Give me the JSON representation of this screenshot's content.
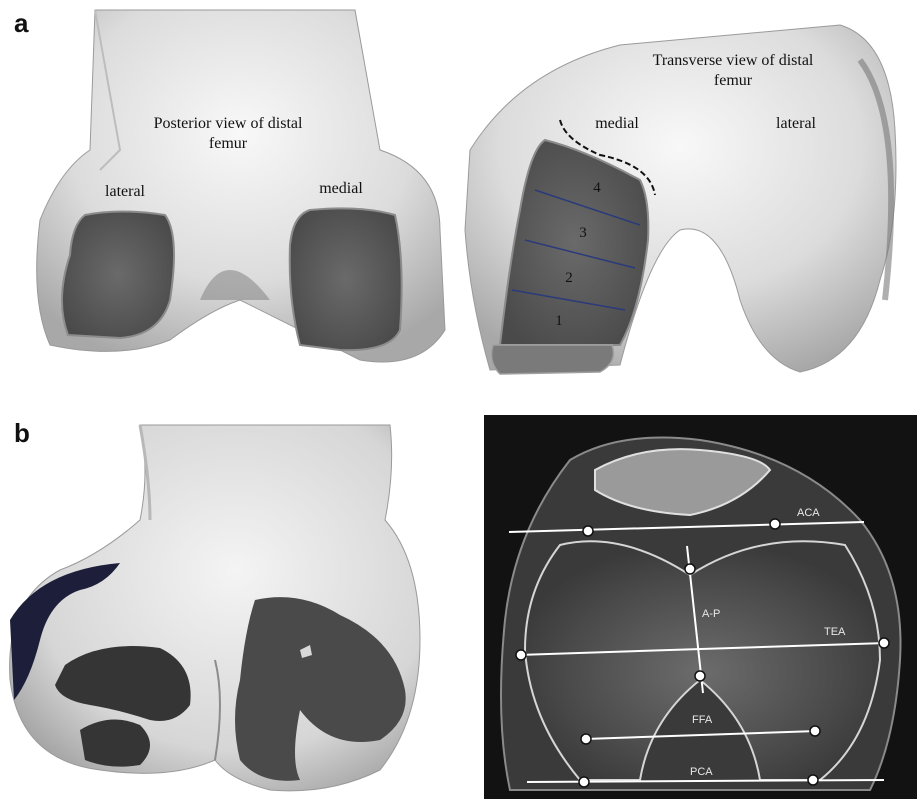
{
  "panels": {
    "a": {
      "letter": "a",
      "posterior": {
        "caption_line1": "Posterior view of distal",
        "caption_line2": "femur",
        "label_left": "lateral",
        "label_right": "medial"
      },
      "transverse": {
        "caption_line1": "Transverse view of distal",
        "caption_line2": "femur",
        "label_medial": "medial",
        "label_lateral": "lateral",
        "zones": [
          "4",
          "3",
          "2",
          "1"
        ]
      }
    },
    "b": {
      "letter": "b",
      "ct_labels": {
        "aca": "ACA",
        "ap": "A-P",
        "tea": "TEA",
        "ffa": "FFA",
        "pca": "PCA"
      }
    }
  },
  "colors": {
    "bone": "#e4e4e4",
    "cartilage_region": "#5a5a5a",
    "zone_lines": "#2b3a7a",
    "ct_background": "#121212",
    "ct_lines": "#ffffff"
  }
}
